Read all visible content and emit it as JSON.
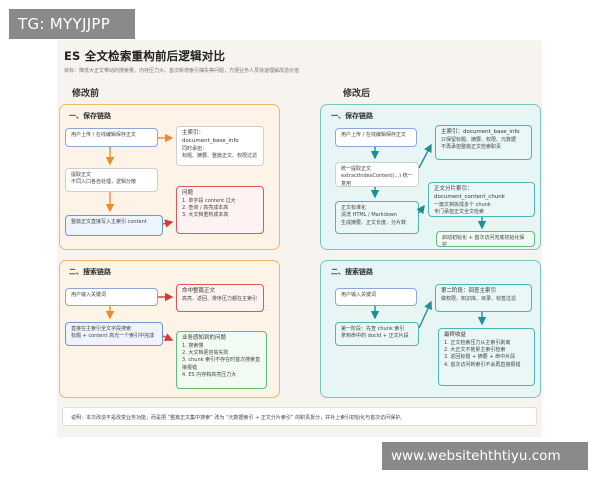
{
  "watermark_top": "TG: MYYJJPP",
  "watermark_bottom": "www.websitehthtiyu.com",
  "title": "ES 全文检索重构前后逻辑对比",
  "subtitle": "目标：降低大正文带动的搜索量、内存压力大、首次新增索引抽失等问题，方便业务人员快速理解改造价值",
  "before": {
    "heading": "修改前",
    "save": {
      "title": "一、保存链路",
      "step1": "用户上传 / 在线编辑保存正文",
      "step2_lines": [
        "提取正文",
        "不同入口各自处理，逻辑分散"
      ],
      "step3": "整篇正文直接写入主索引 content",
      "index_head": "主索引：document_base_info",
      "index_lines": [
        "同时承担：",
        "标题、摘要、整篇正文、权限过滤"
      ],
      "problem_head": "问题",
      "problem_lines": [
        "1. 单字段 content 过大",
        "2. 查询 / 高亮成本高",
        "3. 大文档重构成本高"
      ]
    },
    "search": {
      "title": "二、搜索链路",
      "step1": "用户输入关键词",
      "step2_lines": [
        "直接在主索引全文字段搜索",
        "标题 + content 高光一个索引中完成"
      ],
      "hit_head": "命中整篇正文",
      "hit_lines": [
        "高亮、返回、排序压力都在主索引"
      ],
      "impact_head": "业务感知到的问题",
      "impact_lines": [
        "1. 搜索慢",
        "2. 大文档更容易失败",
        "3. chunk 索引不存在时首次搜索直接报错",
        "4. ES 内存和高亮压力大"
      ]
    }
  },
  "after": {
    "heading": "修改后",
    "save": {
      "title": "一、保存链路",
      "step1": "用户上传 / 在线编辑保存正文",
      "step2_lines": [
        "统一提取正文",
        "extractIndexContent(...) 统一复用"
      ],
      "step3_lines": [
        "正文标准化",
        "清洗 HTML / Markdown",
        "生成摘要、正文长度、分片数"
      ],
      "index_head": "主索引：document_base_info",
      "index_lines": [
        "只保留标题、摘要、权限、元数据",
        "不再承担整篇正文检索职责"
      ],
      "chunk_head": "正文分片索引：document_content_chunk",
      "chunk_lines": [
        "一篇文档拆成多个 chunk",
        "专门承担正文全文检索"
      ],
      "init": "启动初始化 + 首次访问兜底初始化保护"
    },
    "search": {
      "title": "二、搜索链路",
      "step1": "用户输入关键词",
      "step2_lines": [
        "第一阶段：先查 chunk 索引",
        "拿到命中的 docId + 正文片段"
      ],
      "stage2_head": "第二阶段：回查主索引",
      "stage2_lines": [
        "做权限、知识库、目录、标签过滤"
      ],
      "result_head": "最终收益",
      "result_lines": [
        "1. 正文检索压力从主索引剥离",
        "2. 大正文不拖累主索引检索",
        "3. 返回标题 + 摘要 + 命中片段",
        "4. 首次访问新索引不会再直接报错"
      ]
    }
  },
  "note": "说明：本次改造不是改变业务功能，而是把 “整篇正文集中搜索” 改为 “元数据索引 + 正文分片索引” 的职责拆分，并补上索引初始化与首次访问保护。",
  "colors": {
    "orange_border": "#f2b667",
    "teal_border": "#77c6c6",
    "problem_red": "#e05555",
    "green": "#5fbf76",
    "teal_arrow": "#2aa3a3",
    "orange_arrow": "#ef8a2a"
  }
}
